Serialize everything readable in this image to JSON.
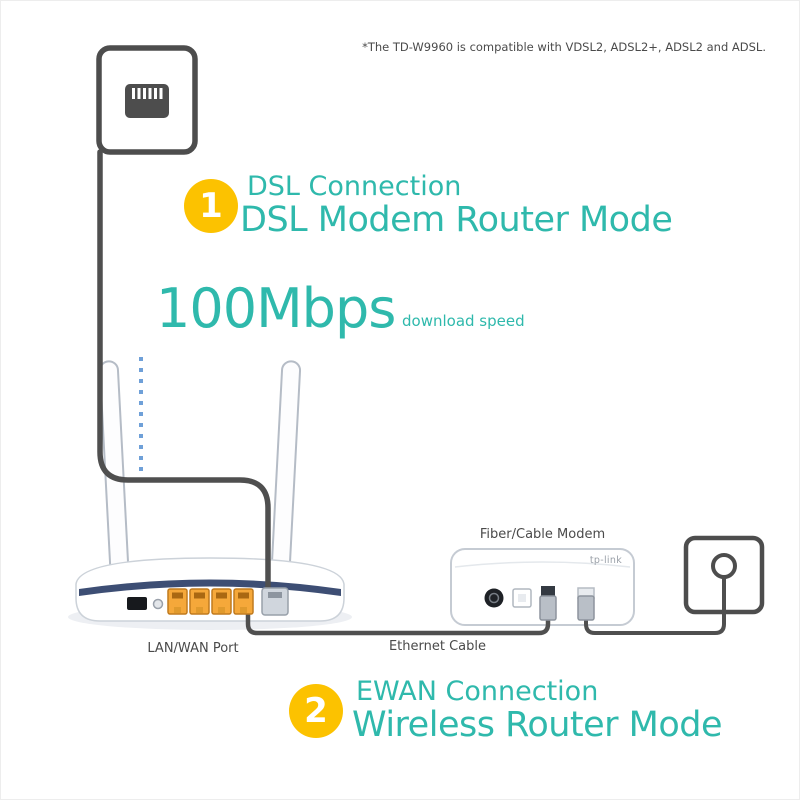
{
  "note": "*The TD-W9960 is compatible with VDSL2, ADSL2+, ADSL2 and ADSL.",
  "section1": {
    "badge": "1",
    "title": "DSL Connection",
    "mode": "DSL Modem Router Mode",
    "speed": "100Mbps",
    "speed_caption": "download speed"
  },
  "section2": {
    "badge": "2",
    "title": "EWAN Connection",
    "mode": "Wireless Router Mode"
  },
  "labels": {
    "lan_wan_port": "LAN/WAN Port",
    "ethernet_cable": "Ethernet Cable",
    "modem": "Fiber/Cable Modem",
    "modem_logo": "tp-link"
  },
  "colors": {
    "teal": "#2fb9ac",
    "yellow": "#fcc200",
    "navy": "#3d4e74",
    "orange": "#f5a83a",
    "cable": "#4f4f4f",
    "text-gray": "#4a4a4a",
    "dot-blue": "#6fa0d8"
  }
}
